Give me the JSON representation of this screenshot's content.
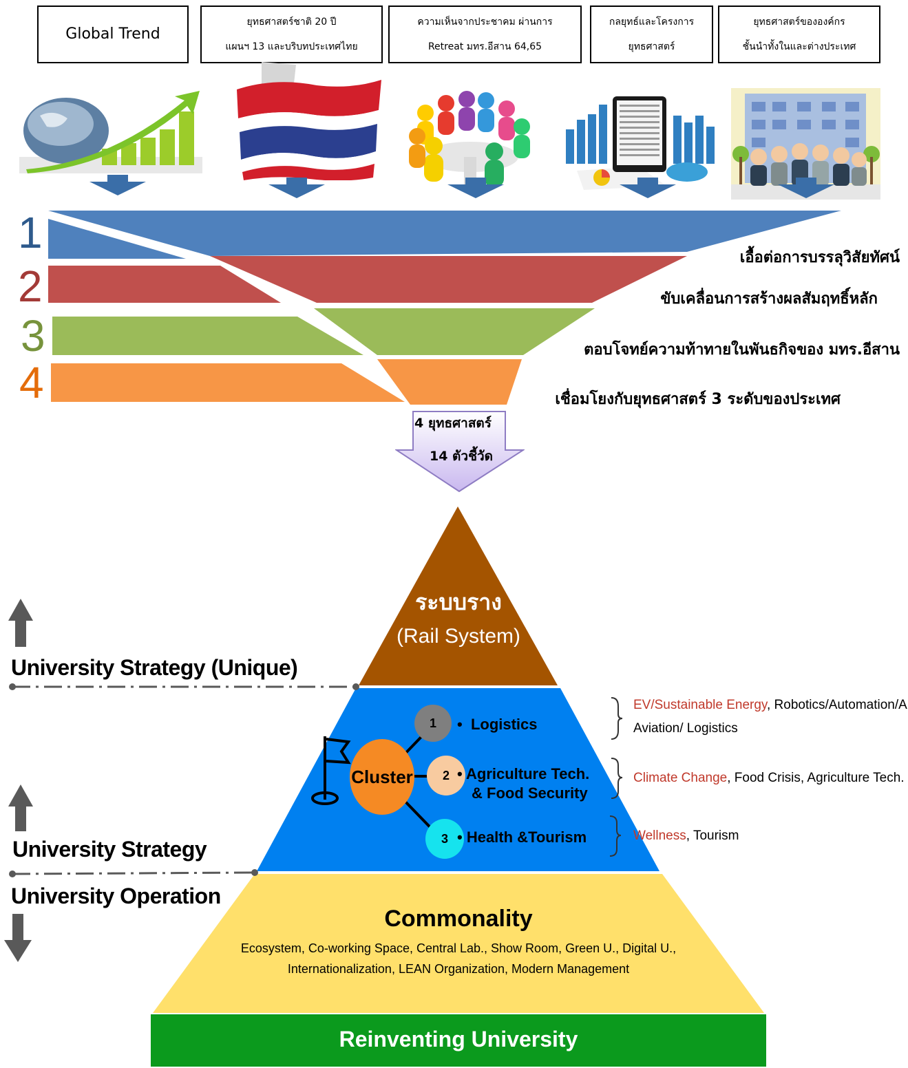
{
  "sources": [
    {
      "line1": "Global Trend",
      "line2": ""
    },
    {
      "line1": "ยุทธศาสตร์ชาติ 20 ปี",
      "line2": "แผนฯ 13 และบริบทประเทศไทย"
    },
    {
      "line1": "ความเห็นจากประชาคม ผ่านการ",
      "line2": "Retreat มทร.อีสาน 64,65"
    },
    {
      "line1": "กลยุทธ์และโครงการ",
      "line2": "ยุทธศาสตร์"
    },
    {
      "line1": "ยุทธศาสตร์ขององค์กร",
      "line2": "ชั้นนำทั้งในและต่างประเทศ"
    }
  ],
  "funnel": [
    {
      "num": "1",
      "label": "เอื้อต่อการบรรลุวิสัยทัศน์",
      "color": "#4f81bd"
    },
    {
      "num": "2",
      "label": "ขับเคลื่อนการสร้างผลสัมฤทธิ์หลัก",
      "color": "#c0504d"
    },
    {
      "num": "3",
      "label": "ตอบโจทย์ความท้าทายในพันธกิจของ มทร.อีสาน",
      "color": "#9bbb59"
    },
    {
      "num": "4",
      "label": "เชื่อมโยงกับยุทธศาสตร์ 3 ระดับของประเทศ",
      "color": "#f79646"
    }
  ],
  "result": {
    "line1": "4 ยุทธศาสตร์",
    "line2": "14 ตัวชี้วัด"
  },
  "pyramid": {
    "top_line1": "ระบบราง",
    "top_line2": "(Rail System)",
    "cluster_label": "Cluster",
    "clusters": [
      {
        "n": "1",
        "label": "Logistics",
        "label2": ""
      },
      {
        "n": "2",
        "label": "Agriculture Tech.",
        "label2": "& Food Security"
      },
      {
        "n": "3",
        "label": "Health &Tourism",
        "label2": ""
      }
    ],
    "base_title": "Commonality",
    "base_line1": "Ecosystem, Co-working Space, Central Lab.,  Show Room, Green U., Digital U.,",
    "base_line2": "Internationalization, LEAN Organization, Modern Management",
    "foundation": "Reinventing University"
  },
  "topics": [
    {
      "hl": "EV/Sustainable Energy",
      "rest": ", Robotics/Automation/AI,",
      "line2": "Aviation/ Logistics"
    },
    {
      "hl": "Climate Change",
      "rest": ", Food Crisis, Agriculture Tech.",
      "line2": ""
    },
    {
      "hl": "Wellness",
      "rest": ", Tourism",
      "line2": ""
    }
  ],
  "levels": {
    "unique": "University Strategy (Unique)",
    "strategy": "University Strategy",
    "operation": "University Operation"
  },
  "icons": [
    "globe-growth-icon",
    "thailand-flag-map-icon",
    "meeting-people-icon",
    "tablet-chart-icon",
    "university-people-icon",
    "flag-icon"
  ]
}
